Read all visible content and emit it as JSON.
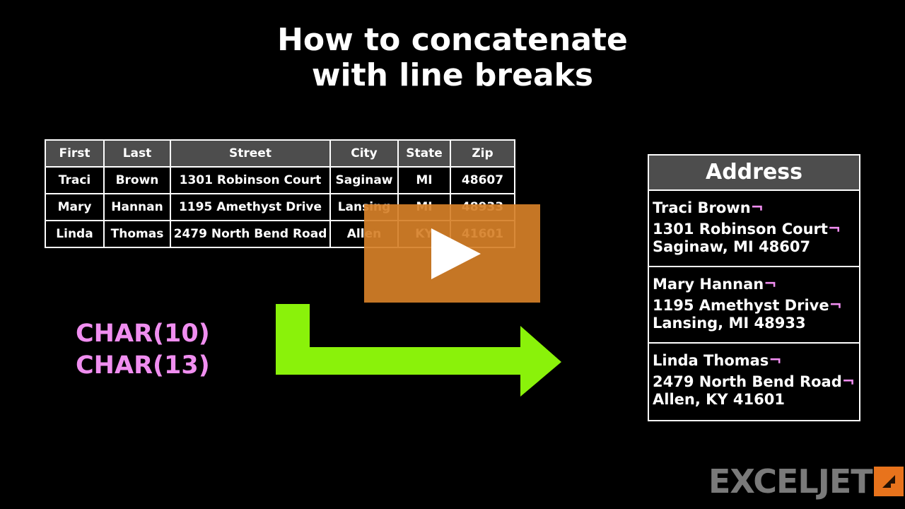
{
  "title": {
    "line1": "How to concatenate",
    "line2": "with line breaks"
  },
  "table": {
    "headers": [
      "First",
      "Last",
      "Street",
      "City",
      "State",
      "Zip"
    ],
    "rows": [
      [
        "Traci",
        "Brown",
        "1301 Robinson Court",
        "Saginaw",
        "MI",
        "48607"
      ],
      [
        "Mary",
        "Hannan",
        "1195 Amethyst Drive",
        "Lansing",
        "MI",
        "48933"
      ],
      [
        "Linda",
        "Thomas",
        "2479 North Bend Road",
        "Allen",
        "KY",
        "41601"
      ]
    ]
  },
  "char_codes": [
    "CHAR(10)",
    "CHAR(13)"
  ],
  "address": {
    "header": "Address",
    "line_break_symbol": "¬",
    "entries": [
      {
        "name": "Traci Brown",
        "street": "1301 Robinson Court",
        "city": "Saginaw, MI 48607"
      },
      {
        "name": "Mary Hannan",
        "street": "1195 Amethyst Drive",
        "city": "Lansing, MI 48933"
      },
      {
        "name": "Linda Thomas",
        "street": "2479 North Bend Road",
        "city": "Allen, KY 41601"
      }
    ]
  },
  "video": {
    "play_icon": "play-icon",
    "overlay_color": "#d68028"
  },
  "logo": {
    "text": "EXCELJET",
    "icon": "exceljet-flag-icon",
    "accent": "#e8731c"
  },
  "colors": {
    "arrow": "#8af20a",
    "code": "#f08ef0",
    "header_bg": "#4d4d4d"
  }
}
